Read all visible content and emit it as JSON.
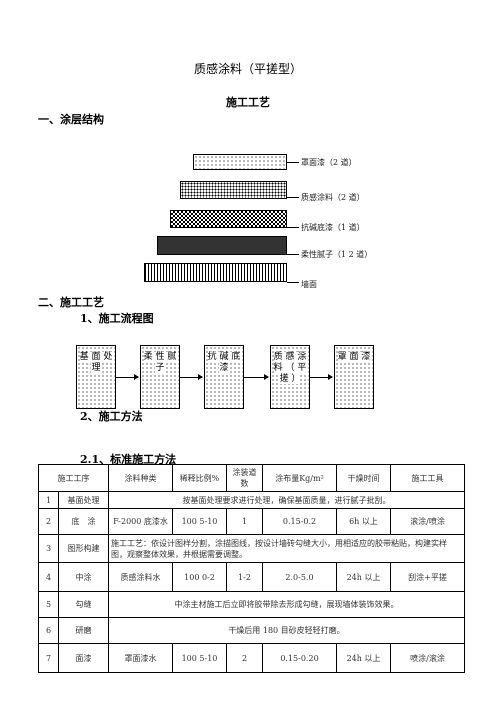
{
  "doc_title": "质感涂料（平搓型）",
  "section_title": "施工工艺",
  "h_coating": "一、涂层结构",
  "layers": [
    {
      "label": "罩面漆（2 道）"
    },
    {
      "label": "质感涂料（2 道）"
    },
    {
      "label": "抗碱底漆（1 道）"
    },
    {
      "label": "柔性腻子（1 2 道）"
    },
    {
      "label": "墙面"
    }
  ],
  "h_process": "二、施工工艺",
  "h_flow": "1、施工流程图",
  "flow_steps": [
    "基 面 处 理",
    "柔 性 腻 子",
    "抗 碱 底 漆",
    "质 感 涂 料 （ 平 搓 ）",
    "罩 面 漆"
  ],
  "h_method": "2、施工方法",
  "h_standard": "2.1、标准施工方法",
  "table": {
    "headers": [
      "施工工序",
      "涂料种类",
      "稀释比例%",
      "涂装道数",
      "涂布量Kg/m²",
      "干燥时间",
      "施工工具"
    ],
    "rows": [
      {
        "no": "1",
        "step": "基面处理",
        "merged": "按基面处理要求进行处理，确保基面质量，进行腻子批刮。"
      },
      {
        "no": "2",
        "step": "底　涂",
        "type": "F-2000 底漆水",
        "dilution": "100 5-10",
        "coats": "1",
        "amount": "0.15-0.2",
        "dry": "6h 以上",
        "tool": "滚涂/喷涂"
      },
      {
        "no": "3",
        "step": "图形构建",
        "merged": "施工工艺：依设计图样分割，涂描图线，按设计墙砖勾缝大小，用相适应的胶带粘贴，构建实样图，观察整体效果，并根据需要调整。"
      },
      {
        "no": "4",
        "step": "中涂",
        "type": "质感涂料水",
        "dilution": "100 0-2",
        "coats": "1-2",
        "amount": "2.0-5.0",
        "dry": "24h 以上",
        "tool": "刮涂+平搓"
      },
      {
        "no": "5",
        "step": "勾缝",
        "merged": "中涂主材施工后立即将胶带除去形成勾缝，展现墙体装饰效果。"
      },
      {
        "no": "6",
        "step": "研磨",
        "merged": "干燥后用 180 目砂皮轻轻打磨。"
      },
      {
        "no": "7",
        "step": "面漆",
        "type": "罩面漆水",
        "dilution": "100 5-10",
        "coats": "2",
        "amount": "0.15-0.20",
        "dry": "24h 以上",
        "tool": "喷涂/滚涂"
      }
    ]
  }
}
